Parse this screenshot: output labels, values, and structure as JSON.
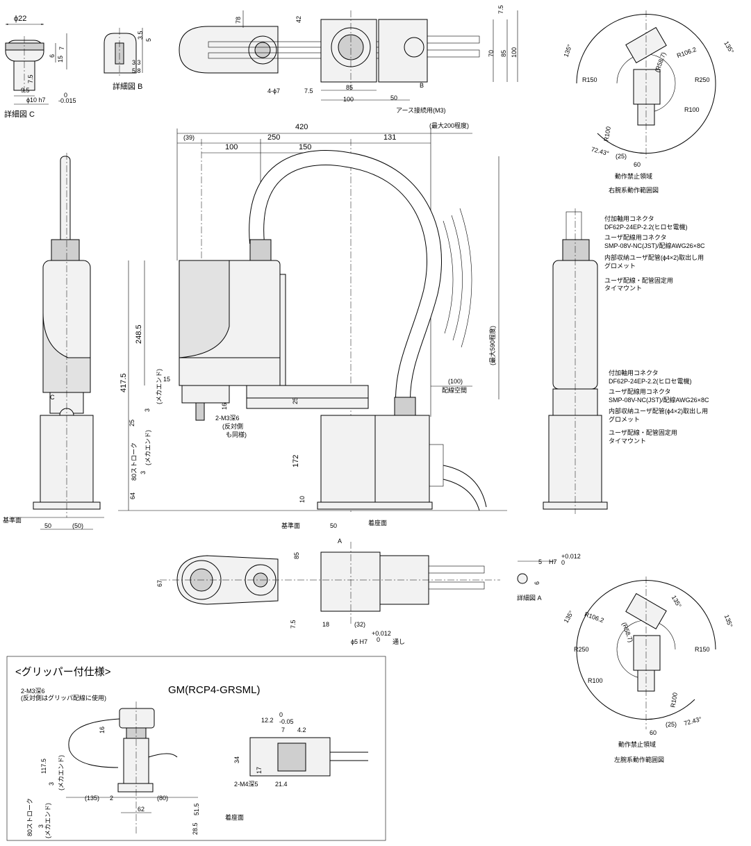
{
  "detail_c": {
    "d1": "ϕ22",
    "d2": "6",
    "d3": "15",
    "d4": "7",
    "d5": "7.5",
    "d6": "9.5",
    "d7": "ϕ10 h7",
    "tol_top": "0",
    "tol_bot": "-0.015",
    "caption": "詳細図 C"
  },
  "detail_b": {
    "d1": "3.5",
    "d2": "5",
    "d3": "3.3",
    "d4": "5.8",
    "caption": "詳細図 B"
  },
  "top_view": {
    "d78": "78",
    "d42": "42",
    "d75": "7.5",
    "d70": "70",
    "d85": "85",
    "d100": "100",
    "hole": "4-ϕ7",
    "d75b": "7.5",
    "d85b": "85",
    "d100b": "100",
    "d50": "50",
    "b": "B",
    "earth": "アース接続用(M3)"
  },
  "front_view": {
    "w420": "420",
    "w39": "(39)",
    "w250": "250",
    "w131": "131",
    "w100": "100",
    "w150": "150",
    "max200": "(最大200程度)",
    "h4175": "417.5",
    "h2485": "248.5",
    "h15": "15",
    "mech1": "(メカエンド)",
    "h3a": "3",
    "h16": "16",
    "h25": "25",
    "m3": "2-M3深6",
    "m3b": "(反対側",
    "m3c": "も同様)",
    "stroke": "80ストローク",
    "mech2": "(メカエンド)",
    "h3b": "3",
    "h172": "172",
    "h64": "64",
    "h10": "10",
    "h25b": "25",
    "max590": "(最大590程度)",
    "space100": "(100)",
    "space_label": "配線空間",
    "ref_face": "基準面",
    "d50": "50",
    "seat": "着座面"
  },
  "side_left": {
    "c": "C",
    "ref": "基準面",
    "d50": "50",
    "d50p": "(50)"
  },
  "bottom_view": {
    "d85": "85",
    "a": "A",
    "d67": "67",
    "d75": "7.5",
    "d18": "18",
    "d32": "(32)",
    "hole": "ϕ5 H7",
    "tol_top": "+0.012",
    "tol_bot": "0",
    "through": "通し"
  },
  "detail_a": {
    "d5": "5",
    "h7": "H7",
    "tol_top": "+0.012",
    "tol_bot": "0",
    "d6": "6",
    "caption": "詳細図 A"
  },
  "right_range": {
    "a135l": "135°",
    "a135r": "135°",
    "r1062": "R106.2",
    "r587": "(R58.7)",
    "r150": "R150",
    "r250": "R250",
    "r100a": "R100",
    "r100b": "R100",
    "ang": "72.43°",
    "d25": "(25)",
    "d60": "60",
    "forbid": "動作禁止領域",
    "caption": "右腕系動作範囲図"
  },
  "left_range": {
    "a135l": "135°",
    "a135r": "135°",
    "a135t": "135°",
    "r1062": "R106.2",
    "r587": "(R58.7)",
    "r250": "R250",
    "r150": "R150",
    "r100a": "R100",
    "r100b": "R100",
    "ang": "72.43°",
    "d25": "(25)",
    "d60": "60",
    "forbid": "動作禁止領域",
    "caption": "左腕系動作範囲図"
  },
  "side_right": {
    "n1a": "付加軸用コネクタ",
    "n1b": "DF62P-24EP-2.2(ヒロセ電機)",
    "n2a": "ユーザ配線用コネクタ",
    "n2b": "SMP-08V-NC(JST)/配線AWG26×8C",
    "n3a": "内部収納ユーザ配管(ϕ4×2)取出し用",
    "n3b": "グロメット",
    "n4a": "ユーザ配線・配管固定用",
    "n4b": "タイマウント",
    "m1a": "付加軸用コネクタ",
    "m1b": "DF62P-24EP-2.2(ヒロセ電機)",
    "m2a": "ユーザ配線用コネクタ",
    "m2b": "SMP-08V-NC(JST)/配線AWG26×8C",
    "m3a": "内部収納ユーザ配管(ϕ4×2)取出し用",
    "m3b": "グロメット",
    "m4a": "ユーザ配線・配管固定用",
    "m4b": "タイマウント"
  },
  "gripper": {
    "title": "<グリッパー付仕様>",
    "model": "GM(RCP4-GRSML)",
    "m3a": "2-M3深6",
    "m3b": "(反対側はグリッパ配線に使用)",
    "d16": "16",
    "d1175": "117.5",
    "mech": "(メカエンド)",
    "d3a": "3",
    "d135": "(135)",
    "d2": "2",
    "d80": "(80)",
    "d62": "62",
    "d515": "51.5",
    "seat": "着座面",
    "d285": "28.5",
    "stroke": "80ストローク",
    "mech2": "(メカエンド)",
    "d3b": "3",
    "d122": "12.2",
    "tol_top": "0",
    "tol_bot": "-0.05",
    "d7": "7",
    "d42": "4.2",
    "d34": "34",
    "d17": "17",
    "m4": "2-M4深5",
    "d214": "21.4"
  }
}
